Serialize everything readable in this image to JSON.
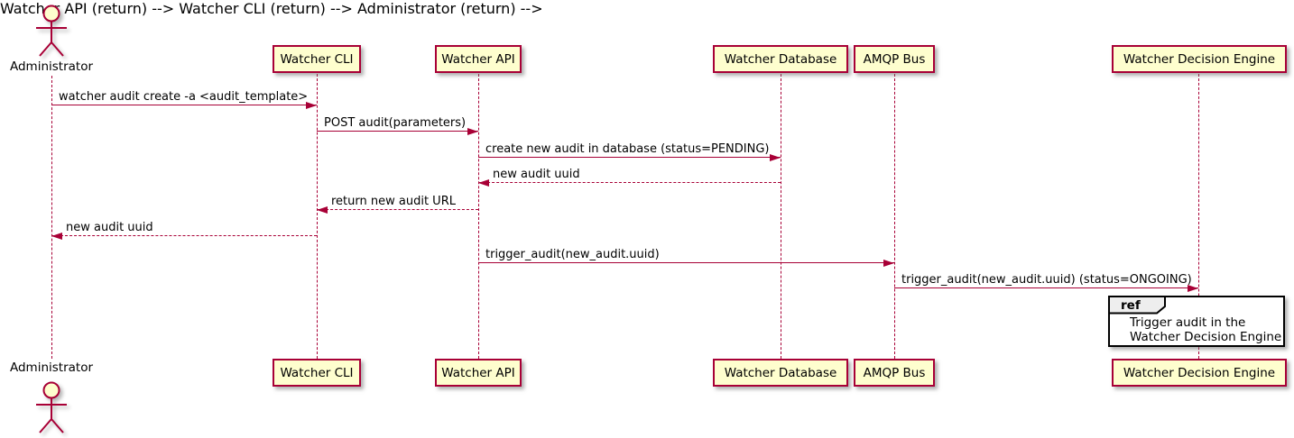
{
  "diagram": {
    "type": "sequence",
    "actor": {
      "name": "Administrator"
    },
    "participants": [
      {
        "label": "Watcher CLI"
      },
      {
        "label": "Watcher API"
      },
      {
        "label": "Watcher Database"
      },
      {
        "label": "AMQP Bus"
      },
      {
        "label": "Watcher Decision Engine"
      }
    ],
    "messages": [
      {
        "from": "Administrator",
        "to": "Watcher CLI",
        "label": "watcher audit create -a <audit_template>",
        "line": "solid",
        "direction": "right"
      },
      {
        "from": "Watcher CLI",
        "to": "Watcher API",
        "label": "POST audit(parameters)",
        "line": "solid",
        "direction": "right"
      },
      {
        "from": "Watcher API",
        "to": "Watcher Database",
        "label": "create new audit in database (status=PENDING)",
        "line": "solid",
        "direction": "right"
      },
      {
        "from": "Watcher Database",
        "to": "Watcher API",
        "label": "new audit uuid",
        "line": "dashed",
        "direction": "left"
      },
      {
        "from": "Watcher API",
        "to": "Watcher CLI",
        "label": "return new audit URL",
        "line": "dashed",
        "direction": "left"
      },
      {
        "from": "Watcher CLI",
        "to": "Administrator",
        "label": "new audit uuid",
        "line": "dashed",
        "direction": "left"
      },
      {
        "from": "Watcher API",
        "to": "AMQP Bus",
        "label": "trigger_audit(new_audit.uuid)",
        "line": "solid",
        "direction": "right"
      },
      {
        "from": "AMQP Bus",
        "to": "Watcher Decision Engine",
        "label": "trigger_audit(new_audit.uuid) (status=ONGOING)",
        "line": "solid",
        "direction": "right"
      }
    ],
    "ref": {
      "keyword": "ref",
      "line1": "Trigger audit in the",
      "line2": "Watcher Decision Engine"
    },
    "colors": {
      "participant_fill": "#FEFECE",
      "participant_border": "#A80036",
      "line": "#A80036",
      "text": "#000000",
      "ref_border": "#000000",
      "ref_header_fill": "#EEEEEE"
    }
  }
}
